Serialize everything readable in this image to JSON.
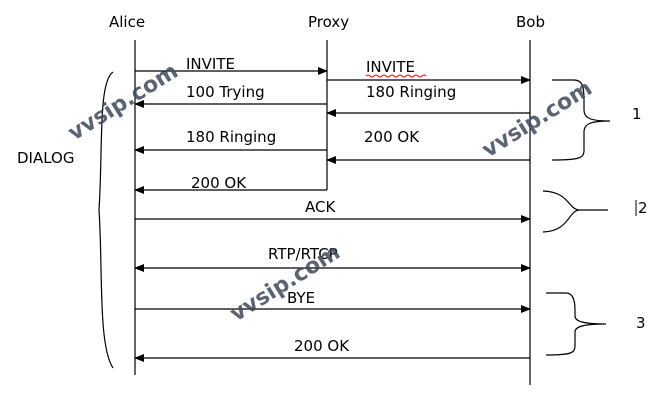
{
  "participants": [
    "Alice",
    "Proxy",
    "Bob"
  ],
  "messages": {
    "m1": "INVITE",
    "m2": "INVITE",
    "m3": "100 Trying",
    "m4": "180 Ringing",
    "m5": "180 Ringing",
    "m6": "200 OK",
    "m7": "200 OK",
    "m8": "ACK",
    "m9": "RTP/RTCP",
    "m10": "BYE",
    "m11": "200 OK"
  },
  "dialog_label": "DIALOG",
  "groups": [
    "1",
    "2",
    "3"
  ],
  "watermark": "vvsip.com",
  "colors": {
    "line": "#000000",
    "watermark": "#3f4a5c",
    "squiggle": "#ff0000"
  }
}
